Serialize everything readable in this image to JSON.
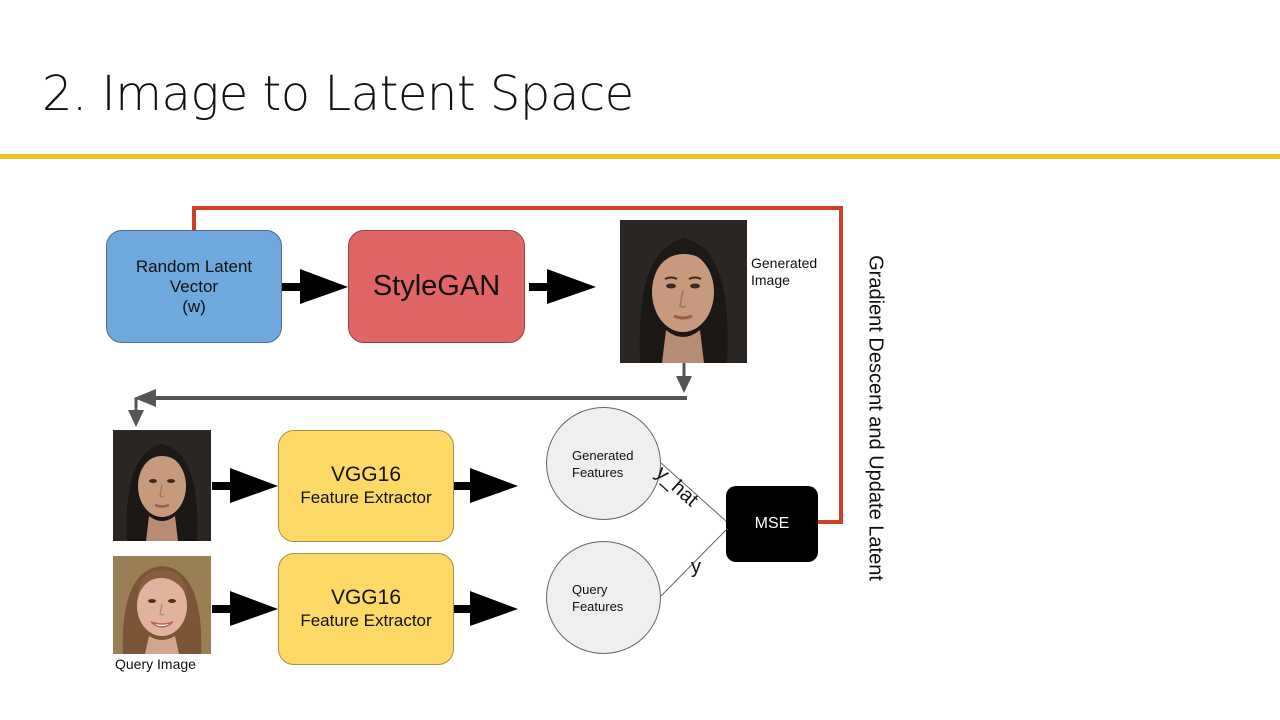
{
  "slide": {
    "title": "2. Image to Latent Space"
  },
  "colors": {
    "accent_rule": "#f1c21b",
    "latent_box": "#6fa8dc",
    "stylegan_box": "#e06666",
    "vgg_box": "#ffd966",
    "feature_circle": "#efefef",
    "mse_box": "#000000",
    "feedback_line": "#cc4125",
    "flow_arrow": "#000000",
    "return_arrow": "#555555"
  },
  "diagram": {
    "latent_box": {
      "lines": [
        "Random Latent",
        "Vector",
        "(w)"
      ]
    },
    "stylegan_box": {
      "label": "StyleGAN"
    },
    "generated_image": {
      "label_lines": [
        "Generated",
        "Image"
      ],
      "icon": "woman-face-photo"
    },
    "input_image": {
      "icon": "woman-face-photo"
    },
    "query_image": {
      "label": "Query Image",
      "icon": "smiling-woman-face-photo"
    },
    "vgg_top": {
      "line1": "VGG16",
      "line2": "Feature Extractor"
    },
    "vgg_bottom": {
      "line1": "VGG16",
      "line2": "Feature Extractor"
    },
    "generated_features": {
      "lines": [
        "Generated",
        "Features"
      ]
    },
    "query_features": {
      "lines": [
        "Query",
        "Features"
      ]
    },
    "edge_yhat": "y_hat",
    "edge_y": "y",
    "mse_box": {
      "label": "MSE"
    },
    "feedback_label": "Gradient Descent and Update Latent"
  }
}
